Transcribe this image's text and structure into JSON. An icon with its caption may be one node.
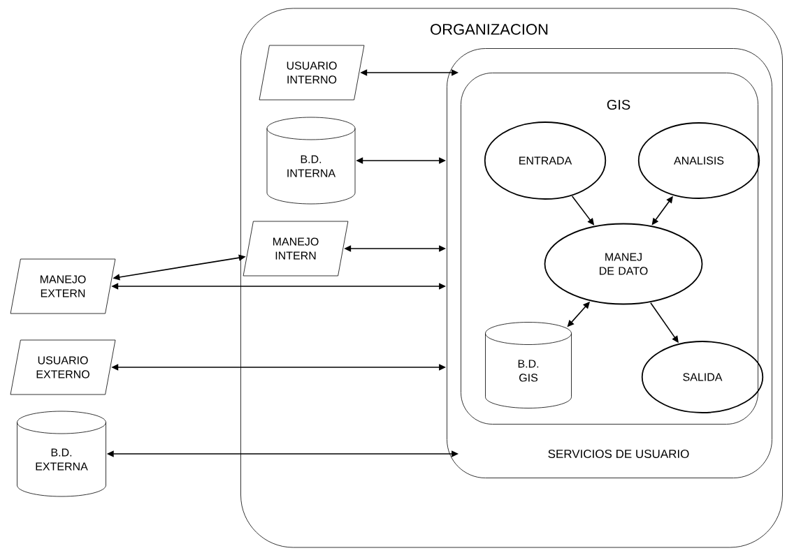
{
  "diagram": {
    "nodes": [
      {
        "text": [
          "ORGANIZACION"
        ]
      },
      {
        "text": [
          "USUARIO INTERNO"
        ],
        "in": 0
      },
      {
        "text": [
          "B.D. INTERNA"
        ],
        "in": 0
      },
      {
        "text": [
          "MANEJO INTERN"
        ],
        "in": 0
      },
      {
        "text": [
          "SERVICIOS DE USUARIO"
        ],
        "in": 0
      },
      {
        "text": [
          "GIS"
        ],
        "in": 4
      },
      {
        "text": [
          "ENTRADA"
        ],
        "in": 5
      },
      {
        "text": [
          "ANALISIS"
        ],
        "in": 5
      },
      {
        "text": [
          "MANEJ DE DATO"
        ],
        "in": 5
      },
      {
        "text": [
          "B.D. GIS"
        ],
        "in": 5
      },
      {
        "text": [
          "SALIDA"
        ],
        "in": 5
      },
      {
        "text": [
          "MANEJO EXTERN"
        ]
      },
      {
        "text": [
          "USUARIO EXTERNO"
        ]
      },
      {
        "text": [
          "B.D. EXTERNA"
        ]
      }
    ],
    "edges": [
      {
        "from": 1,
        "to": 4,
        "arrow": "both"
      },
      {
        "from": 2,
        "to": 4,
        "arrow": "both"
      },
      {
        "from": 3,
        "to": 4,
        "arrow": "both"
      },
      {
        "from": 11,
        "to": 3,
        "arrow": "both"
      },
      {
        "from": 11,
        "to": 4,
        "arrow": "both"
      },
      {
        "from": 12,
        "to": 4,
        "arrow": "both"
      },
      {
        "from": 13,
        "to": 4,
        "arrow": "both"
      },
      {
        "from": 6,
        "to": 8,
        "arrow": "to"
      },
      {
        "from": 7,
        "to": 8,
        "arrow": "both"
      },
      {
        "from": 9,
        "to": 8,
        "arrow": "both"
      },
      {
        "from": 8,
        "to": 10,
        "arrow": "to"
      }
    ]
  }
}
